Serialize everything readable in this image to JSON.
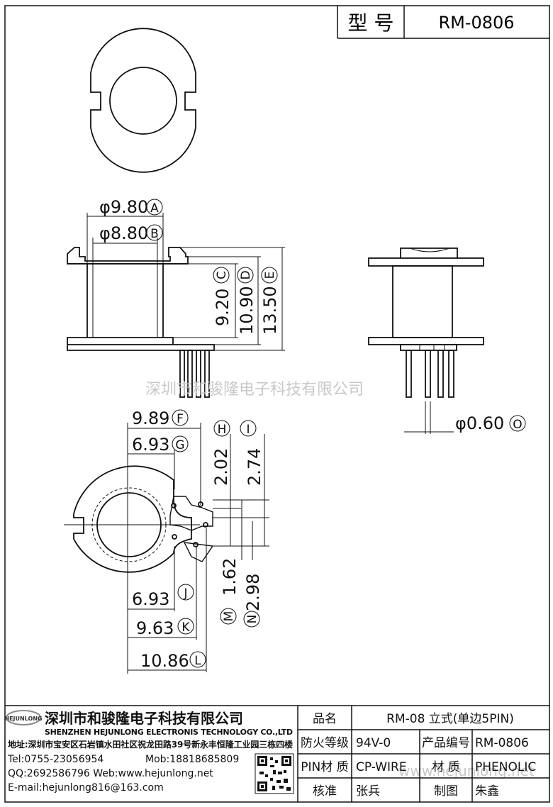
{
  "header": {
    "model_label": "型 号",
    "model_value": "RM-0806"
  },
  "dimensions": {
    "d_A": "φ9.80",
    "d_B": "φ8.80",
    "C": "9.20",
    "D": "10.90",
    "E": "13.50",
    "F": "9.89",
    "G": "6.93",
    "H": "2.02",
    "I": "2.74",
    "J": "6.93",
    "K": "9.63",
    "L": "10.86",
    "M": "1.62",
    "N": "2.98",
    "pin_dia": "φ0.60"
  },
  "markers": {
    "A": "A",
    "B": "B",
    "C": "C",
    "D": "D",
    "E": "E",
    "F": "F",
    "G": "G",
    "H": "H",
    "I": "I",
    "J": "J",
    "K": "K",
    "L": "L",
    "M": "M",
    "N": "N",
    "O": "O"
  },
  "watermark": "深圳市和骏隆电子科技有限公司",
  "watermark2": "www.hejunlong.net",
  "company": {
    "logo_text": "HEJUNLONG",
    "name_cn": "深圳市和骏隆电子科技有限公司",
    "name_en": "SHENZHEN HEJUNLONG ELECTRONIS TECHNOLOGY CO.,LTD",
    "address": "地址:深圳市宝安区石岩镇水田社区祝龙田路39号新永丰恒隆工业园三栋四楼",
    "tel": "Tel:0755-23056954",
    "mob": "Mob:18818685809",
    "qq_web": "QQ:2692586796 Web:www.hejunlong.net",
    "email": "E-mail:hejunlong816@163.com"
  },
  "info_table": {
    "product_name_label": "品名",
    "product_name_value": "RM-08 立式(单边5PIN)",
    "fire_label": "防火等级",
    "fire_value": "94V-0",
    "code_label": "产品编号",
    "code_value": "RM-0806",
    "pin_label": "PIN材 质",
    "pin_value": "CP-WIRE",
    "material_label": "材 质",
    "material_value": "PHENOLIC",
    "check_label": "核准",
    "check_value": "张兵",
    "draw_label": "制图",
    "draw_value": "朱鑫"
  }
}
